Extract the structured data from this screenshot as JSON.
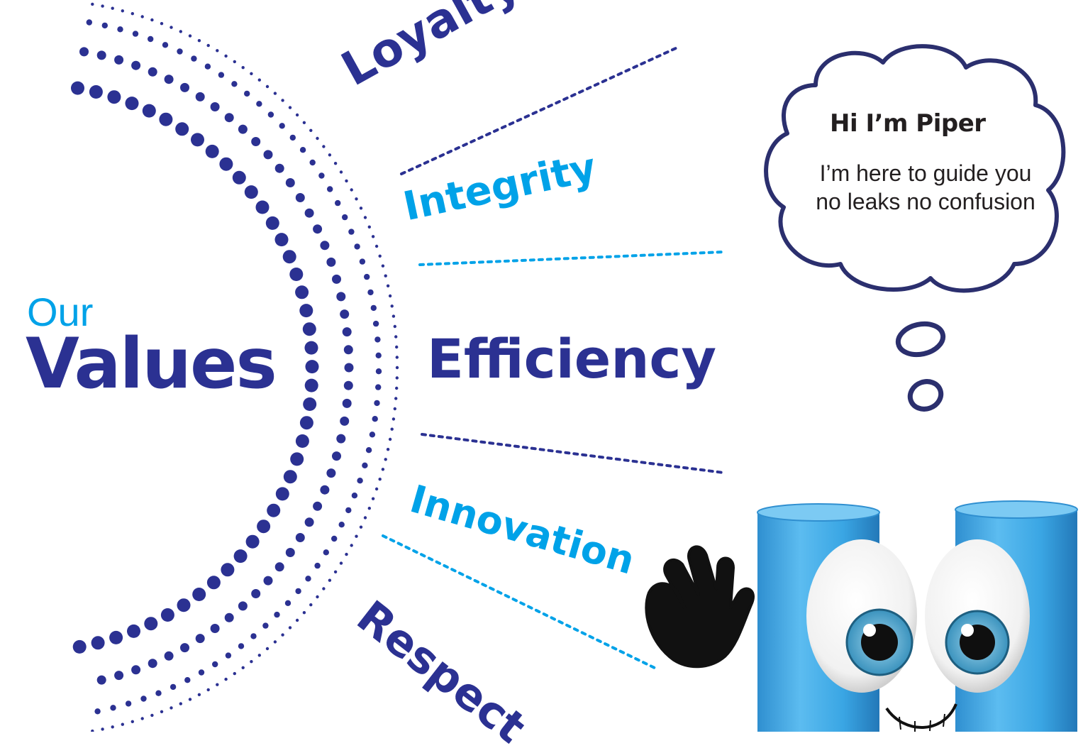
{
  "heading": {
    "our": "Our",
    "values": "Values"
  },
  "values_list": [
    {
      "label": "Loyalty"
    },
    {
      "label": "Integrity"
    },
    {
      "label": "Efficiency"
    },
    {
      "label": "Innovation"
    },
    {
      "label": "Respect"
    }
  ],
  "speech_bubble": {
    "title": "Hi I’m Piper",
    "lines": [
      "I’m here to guide you",
      "no leaks no confusion"
    ]
  },
  "colors": {
    "dark_blue": "#2b3192",
    "light_blue": "#00a2e8",
    "pipe_blue": "#4ab0e8",
    "text_black": "#231f20"
  },
  "icons": [
    "dotted-arc-icon",
    "thought-cloud-icon",
    "waving-hand-icon",
    "pipe-mascot-icon"
  ]
}
